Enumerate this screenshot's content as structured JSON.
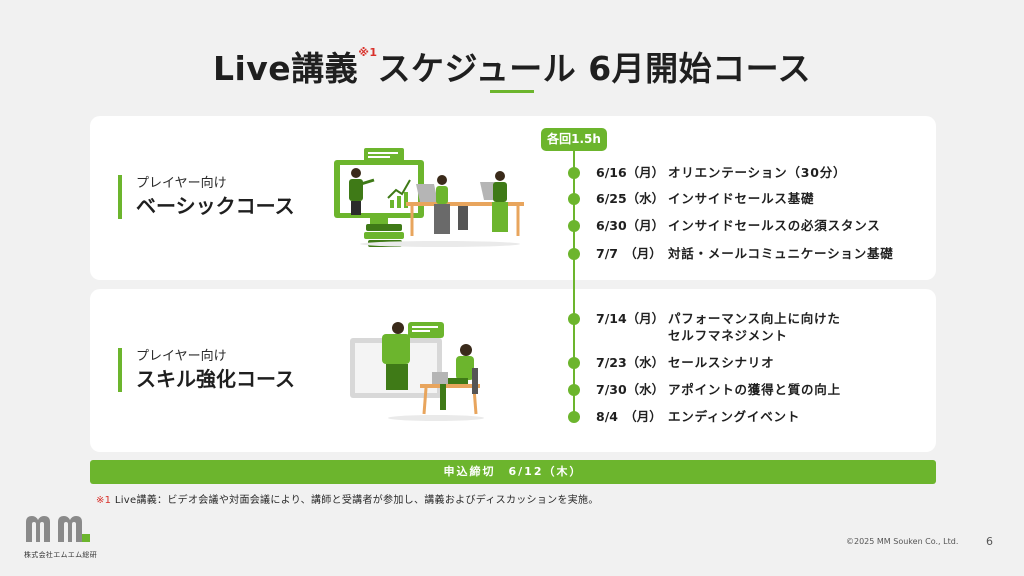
{
  "header": {
    "title_pre": "Live講義",
    "title_sup": "※1",
    "title_post": "スケジュール 6月開始コース"
  },
  "badge": "各回1.5h",
  "courses": [
    {
      "sub": "プレイヤー向け",
      "name": "ベーシックコース",
      "sessions": [
        {
          "date": "6/16（月）",
          "title": "オリエンテーション（30分）"
        },
        {
          "date": "6/25（水）",
          "title": "インサイドセールス基礎"
        },
        {
          "date": "6/30（月）",
          "title": "インサイドセールスの必須スタンス"
        },
        {
          "date": "7/7　（月）",
          "title": "対話・メールコミュニケーション基礎"
        }
      ]
    },
    {
      "sub": "プレイヤー向け",
      "name": "スキル強化コース",
      "sessions": [
        {
          "date": "7/14（月）",
          "title": "パフォーマンス向上に向けた",
          "title2": "セルフマネジメント"
        },
        {
          "date": "7/23（水）",
          "title": "セールスシナリオ"
        },
        {
          "date": "7/30（水）",
          "title": "アポイントの獲得と質の向上"
        },
        {
          "date": "8/4　（月）",
          "title": "エンディングイベント"
        }
      ]
    }
  ],
  "deadline": "申込締切　6/12（木）",
  "footnote": {
    "mark": "※1",
    "text": "Live講義：ビデオ会議や対面会議により、講師と受講者が参加し、講義およびディスカッションを実施。"
  },
  "company": "株式会社エムエム総研",
  "copyright": "©2025 MM Souken Co., Ltd.",
  "page_number": "6",
  "colors": {
    "accent": "#6cb52d",
    "dark_green": "#3f7a17",
    "background": "#f1f1f1",
    "card": "#ffffff",
    "note_red": "#d9312b",
    "logo_gray": "#8a8a8a"
  }
}
